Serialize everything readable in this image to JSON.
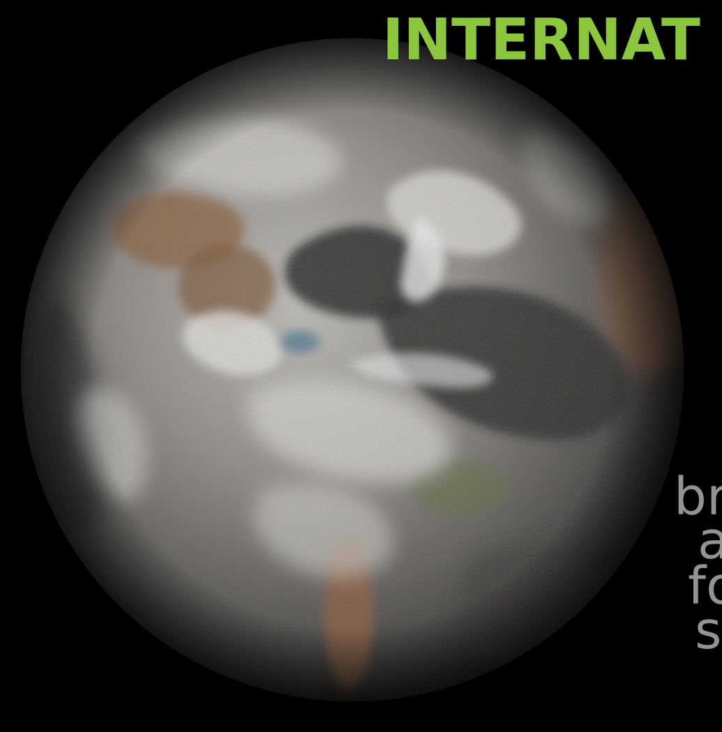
{
  "headline": "INTERNAT",
  "side_text": [
    "br",
    "a",
    "fo",
    "s"
  ],
  "colors": {
    "background": "#000000",
    "headline": "#8cc63f",
    "side_text": "#bdbdbd"
  },
  "image": {
    "subject": "earth-globe-photo-mosaic"
  }
}
